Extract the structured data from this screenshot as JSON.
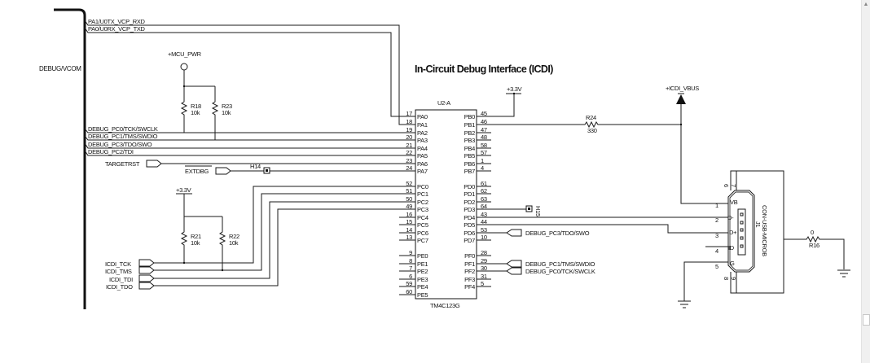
{
  "diagram": {
    "title": "In-Circuit Debug Interface (ICDI)",
    "bus_label": "DEBUG/VCOM",
    "bus_nets": [
      "PA1/U0TX_VCP_RXD",
      "PA0/U0RX_VCP_TXD",
      "DEBUG_PC0/TCK/SWCLK",
      "DEBUG_PC1/TMS/SWDIO",
      "DEBUG_PC3/TDO/SWO",
      "DEBUG_PC2/TDI"
    ],
    "ports_left": {
      "targetrst": "TARGETRST",
      "extdbg": "EXTDBG",
      "icdi": [
        "ICDI_TCK",
        "ICDI_TMS",
        "ICDI_TDI",
        "ICDI_TDO"
      ]
    },
    "ports_right": {
      "swo": "DEBUG_PC3/TDO/SWO",
      "swdio": "DEBUG_PC1/TMS/SWDIO",
      "swclk": "DEBUG_PC0/TCK/SWCLK"
    },
    "power": {
      "mcu_pwr": "+MCU_PWR",
      "v33_top": "+3.3V",
      "v33_left": "+3.3V",
      "vbus": "+ICDI_VBUS"
    },
    "resistors": [
      {
        "ref": "R18",
        "value": "10k"
      },
      {
        "ref": "R23",
        "value": "10k"
      },
      {
        "ref": "R21",
        "value": "10k"
      },
      {
        "ref": "R22",
        "value": "10k"
      },
      {
        "ref": "R24",
        "value": "330"
      },
      {
        "ref": "R16",
        "value": "0"
      }
    ],
    "test_points": [
      "H14",
      "H15"
    ],
    "mcu": {
      "ref": "U2-A",
      "part": "TM4C123G",
      "left_pins": [
        {
          "num": "17",
          "name": "PA0"
        },
        {
          "num": "18",
          "name": "PA1"
        },
        {
          "num": "19",
          "name": "PA2"
        },
        {
          "num": "20",
          "name": "PA3"
        },
        {
          "num": "21",
          "name": "PA4"
        },
        {
          "num": "22",
          "name": "PA5"
        },
        {
          "num": "23",
          "name": "PA6"
        },
        {
          "num": "24",
          "name": "PA7"
        },
        {
          "num": "52",
          "name": "PC0"
        },
        {
          "num": "51",
          "name": "PC1"
        },
        {
          "num": "50",
          "name": "PC2"
        },
        {
          "num": "49",
          "name": "PC3"
        },
        {
          "num": "16",
          "name": "PC4"
        },
        {
          "num": "15",
          "name": "PC5"
        },
        {
          "num": "14",
          "name": "PC6"
        },
        {
          "num": "13",
          "name": "PC7"
        },
        {
          "num": "9",
          "name": "PE0"
        },
        {
          "num": "8",
          "name": "PE1"
        },
        {
          "num": "7",
          "name": "PE2"
        },
        {
          "num": "6",
          "name": "PE3"
        },
        {
          "num": "59",
          "name": "PE4"
        },
        {
          "num": "60",
          "name": "PE5"
        }
      ],
      "right_pins": [
        {
          "num": "45",
          "name": "PB0"
        },
        {
          "num": "46",
          "name": "PB1"
        },
        {
          "num": "47",
          "name": "PB2"
        },
        {
          "num": "48",
          "name": "PB3"
        },
        {
          "num": "58",
          "name": "PB4"
        },
        {
          "num": "57",
          "name": "PB5"
        },
        {
          "num": "1",
          "name": "PB6"
        },
        {
          "num": "4",
          "name": "PB7"
        },
        {
          "num": "61",
          "name": "PD0"
        },
        {
          "num": "62",
          "name": "PD1"
        },
        {
          "num": "63",
          "name": "PD2"
        },
        {
          "num": "64",
          "name": "PD3"
        },
        {
          "num": "43",
          "name": "PD4"
        },
        {
          "num": "44",
          "name": "PD5"
        },
        {
          "num": "53",
          "name": "PD6"
        },
        {
          "num": "10",
          "name": "PD7"
        },
        {
          "num": "28",
          "name": "PF0"
        },
        {
          "num": "29",
          "name": "PF1"
        },
        {
          "num": "30",
          "name": "PF2"
        },
        {
          "num": "31",
          "name": "PF3"
        },
        {
          "num": "5",
          "name": "PF4"
        }
      ]
    },
    "usb": {
      "ref": "J1",
      "part": "CON-USB-MICROB",
      "pins": [
        {
          "num": "1",
          "name": "VB"
        },
        {
          "num": "2",
          "name": "D-"
        },
        {
          "num": "3",
          "name": "D+"
        },
        {
          "num": "4",
          "name": "ID"
        },
        {
          "num": "5",
          "name": "G"
        }
      ],
      "shield_top": [
        "6",
        "7"
      ],
      "shield_bottom": [
        "8",
        "9"
      ]
    }
  }
}
